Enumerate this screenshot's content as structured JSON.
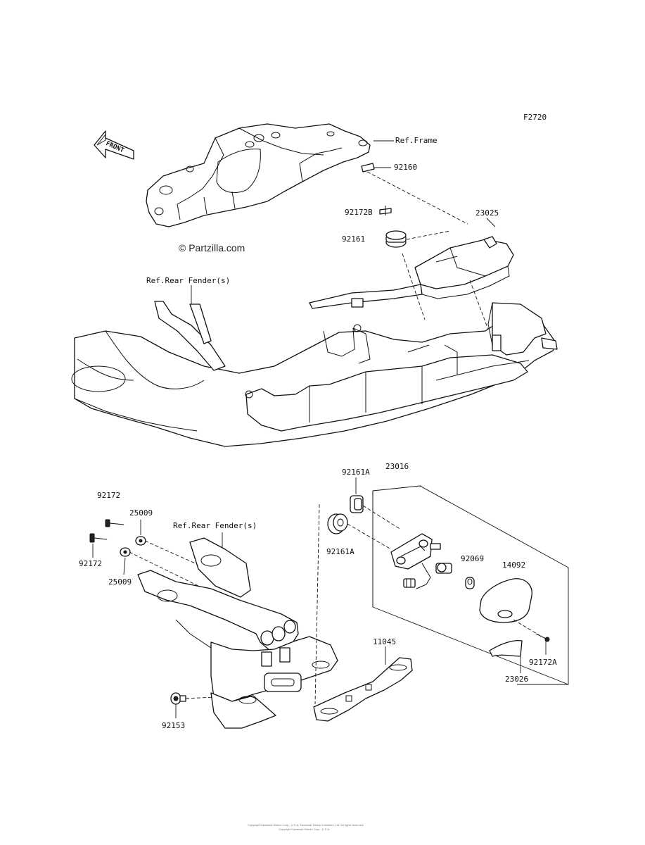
{
  "diagram": {
    "figure_code": "F2720",
    "watermark": "© Partzilla.com",
    "front_badge": "FRONT",
    "refs": {
      "frame": "Ref.Frame",
      "rear_fender_top": "Ref.Rear Fender(s)",
      "rear_fender_bottom": "Ref.Rear Fender(s)"
    },
    "parts": {
      "p92160": "92160",
      "p92172b": "92172B",
      "p23025": "23025",
      "p92161": "92161",
      "p23016": "23016",
      "p92161a_top": "92161A",
      "p92161a_bottom": "92161A",
      "p92172_top": "92172",
      "p92172_bottom": "92172",
      "p25009_top": "25009",
      "p25009_bottom": "25009",
      "p92069": "92069",
      "p14092": "14092",
      "p92172a": "92172A",
      "p23026": "23026",
      "p11045": "11045",
      "p92153": "92153"
    },
    "footer": {
      "line1": "Copyright Kawasaki Motors Corp., U.S.A. Kawasaki Heavy Industries, Ltd. All rights reserved.",
      "line2": "Copyright Kawasaki Motors Corp., U.S.A."
    }
  }
}
